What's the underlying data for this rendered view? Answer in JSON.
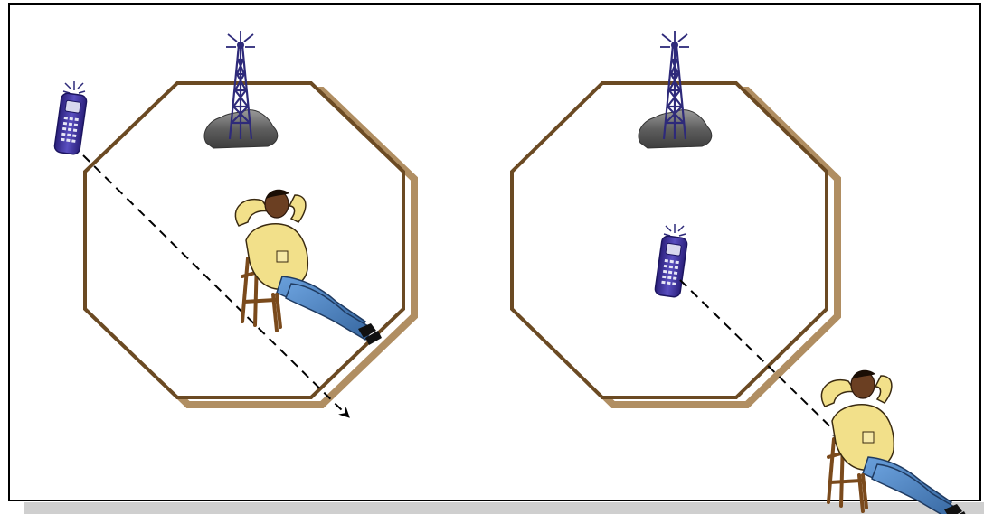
{
  "diagram": {
    "panels": [
      {
        "id": "left",
        "phone": "cell-phone-icon",
        "tower": "antenna-tower-icon",
        "person": "relaxing-man-in-chair-icon",
        "arrow": "dashed-arrow-icon",
        "cell_shape": "octagon-cell-boundary"
      },
      {
        "id": "right",
        "phone": "cell-phone-icon",
        "tower": "antenna-tower-icon",
        "person": "relaxing-man-in-chair-icon",
        "arrow": "dashed-arrow-icon",
        "cell_shape": "octagon-cell-boundary"
      }
    ],
    "colors": {
      "frame": "#000000",
      "octagon_stroke": "#6b4a23",
      "octagon_shadow": "#b08e62",
      "tower": "#2e2a7a",
      "rock": "#5a5a5a",
      "phone": "#3a2f8f",
      "shirt": "#f2e08a",
      "jeans": "#4f86c6",
      "chair": "#7a4a1c",
      "skin": "#6b3f22",
      "arrow": "#000000",
      "bottom_shadow": "#cfcfcf"
    }
  }
}
